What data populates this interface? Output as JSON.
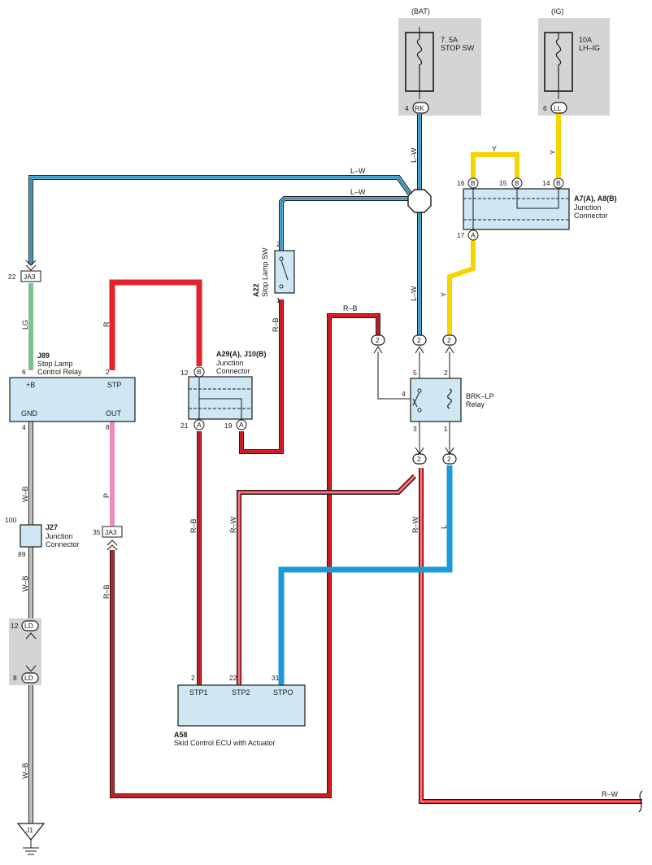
{
  "power": {
    "bat_label": "(BAT)",
    "bat_fuse_amp": "7. 5A",
    "bat_fuse_name": "STOP SW",
    "ig_label": "(IG)",
    "ig_fuse_amp": "10A",
    "ig_fuse_name": "LH–IG",
    "bat_pin": "4",
    "bat_conn": "RK",
    "ig_pin": "6",
    "ig_conn": "LL"
  },
  "components": {
    "a7": {
      "id": "A7(A), A8(B)",
      "name1": "Junction",
      "name2": "Connector",
      "p16": "16",
      "p15": "15",
      "p14": "14",
      "p17": "17",
      "cB": "B",
      "cA": "A"
    },
    "a22": {
      "id": "A22",
      "name": "Stop Lamp SW",
      "p2": "2",
      "p1": "1"
    },
    "j89": {
      "id": "J89",
      "name1": "Stop Lamp",
      "name2": "Control Relay",
      "t_b": "+B",
      "t_stp": "STP",
      "t_gnd": "GND",
      "t_out": "OUT",
      "p6": "6",
      "p2": "2",
      "p4": "4",
      "p8": "8"
    },
    "a29": {
      "id": "A29(A), J10(B)",
      "name1": "Junction",
      "name2": "Connector",
      "p12": "12",
      "p21": "21",
      "p19": "19",
      "cB": "B",
      "cA": "A"
    },
    "relay": {
      "name1": "BRK–LP",
      "name2": "Relay",
      "p5": "5",
      "p2": "2",
      "p4": "4",
      "p3": "3",
      "p1": "1"
    },
    "j27": {
      "id": "J27",
      "name1": "Junction",
      "name2": "Connector",
      "p100": "100",
      "p89": "89"
    },
    "a58": {
      "id": "A58",
      "name": "Skid Control ECU with Actuator",
      "t_stp1": "STP1",
      "t_stp2": "STP2",
      "t_stpo": "STPO",
      "p2": "2",
      "p22": "22",
      "p31": "31"
    },
    "ground": {
      "id": "J1"
    }
  },
  "connectors": {
    "ja3_top": {
      "pin": "22",
      "name": "JA3"
    },
    "ja3_bot": {
      "pin": "35",
      "name": "JA3"
    },
    "ld_top": {
      "pin": "12",
      "name": "LD"
    },
    "ld_bot": {
      "pin": "8",
      "name": "LD"
    },
    "two": "2"
  },
  "wires": {
    "lw": "L–W",
    "y": "Y",
    "lg": "LG",
    "r": "R",
    "rb": "R–B",
    "wb": "W–B",
    "p": "P",
    "rw": "R–W",
    "l": "L"
  },
  "colors": {
    "light_blue": "#5bb8e6",
    "blue": "#1b9ad9",
    "yellow": "#f5d400",
    "red": "#e3242b",
    "green": "#7dc08f",
    "pink": "#ea8dbd",
    "box_fill": "#cfe7f3",
    "gray_box": "#d4d4d4"
  }
}
